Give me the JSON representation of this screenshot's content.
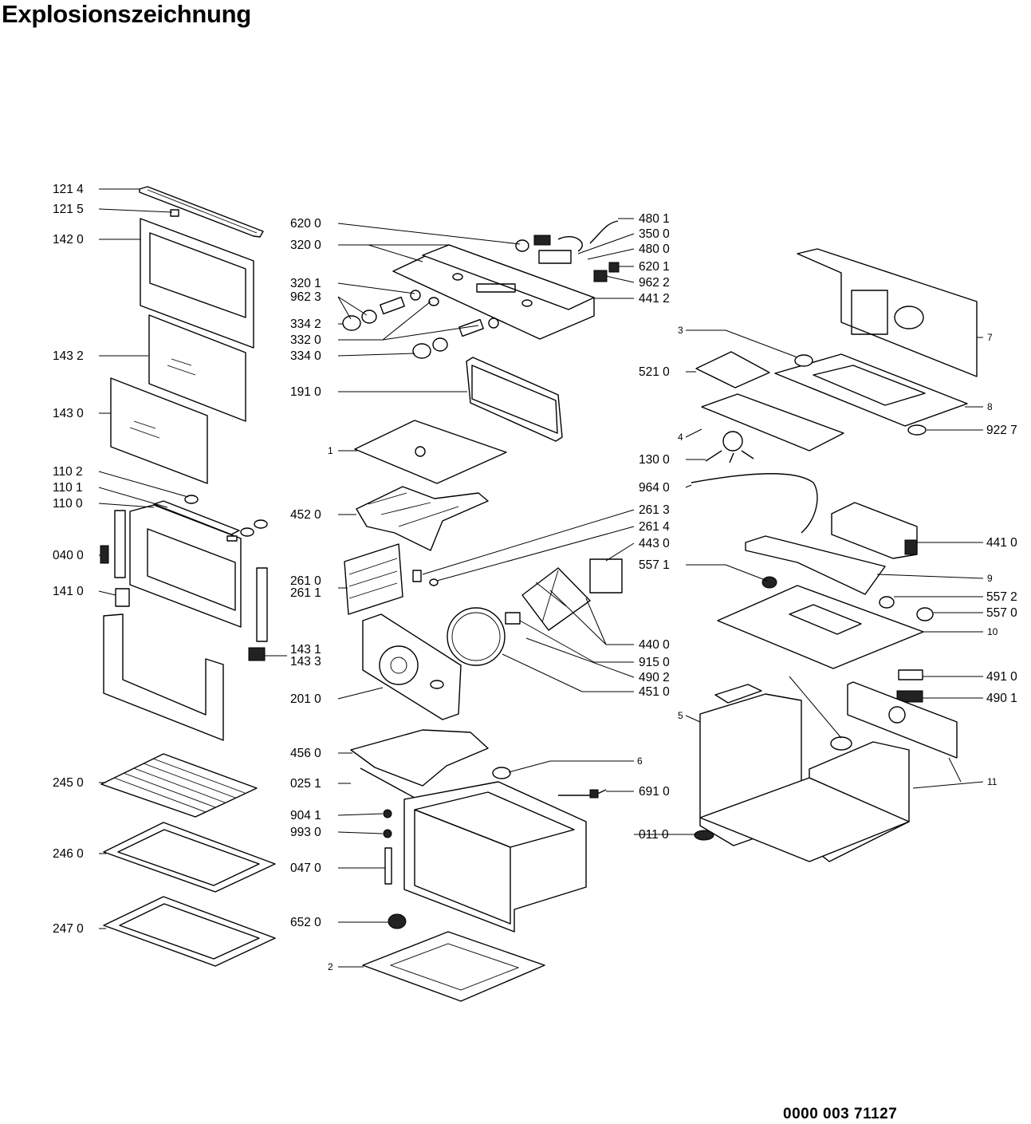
{
  "title": "Explosionszeichnung",
  "document_number": "0000 003 71127",
  "part_labels": {
    "p1214": "121 4",
    "p1215": "121 5",
    "p1420": "142 0",
    "p1432": "143 2",
    "p1430": "143 0",
    "p1102": "110 2",
    "p1101": "110 1",
    "p1100": "110 0",
    "p0400": "040 0",
    "p1410": "141 0",
    "p1431": "143 1",
    "p1433": "143 3",
    "p2450": "245 0",
    "p2460": "246 0",
    "p2470": "247 0",
    "p6200": "620 0",
    "p3200": "320 0",
    "p3201": "320 1",
    "p9623": "962 3",
    "p3342": "334 2",
    "p3320": "332 0",
    "p3340": "334 0",
    "p1910": "191 0",
    "p1": "1",
    "p4520": "452 0",
    "p2610": "261 0",
    "p2611": "261 1",
    "p2010": "201 0",
    "p4560": "456 0",
    "p0251": "025 1",
    "p9041": "904 1",
    "p9930": "993 0",
    "p0470": "047 0",
    "p6520": "652 0",
    "p2": "2",
    "p4801": "480 1",
    "p3500": "350 0",
    "p4800": "480 0",
    "p6201": "620 1",
    "p9622": "962 2",
    "p4412": "441 2",
    "p2613": "261 3",
    "p2614": "261 4",
    "p4430": "443 0",
    "p5571": "557 1",
    "p4400": "440 0",
    "p9150": "915 0",
    "p4902": "490 2",
    "p4510": "451 0",
    "p6": "6",
    "p6910": "691 0",
    "p0110": "011 0",
    "p3": "3",
    "p7": "7",
    "p5210": "521 0",
    "p8": "8",
    "p9227": "922 7",
    "p4": "4",
    "p1300": "130 0",
    "p9640": "964 0",
    "p4410": "441 0",
    "p9": "9",
    "p5572": "557 2",
    "p5570": "557 0",
    "p10": "10",
    "p4910": "491 0",
    "p4901": "490 1",
    "p5": "5",
    "p11": "11"
  }
}
